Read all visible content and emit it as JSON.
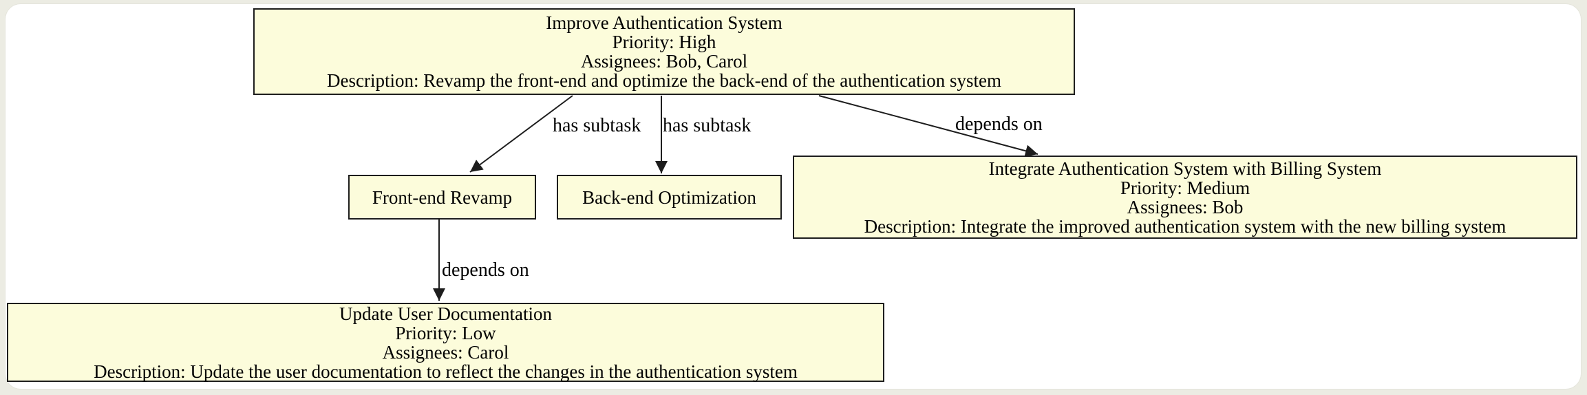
{
  "diagram": {
    "type": "task-dependency-graph",
    "colors": {
      "page_background": "#ECECE3",
      "panel_background": "#FFFFFF",
      "node_fill": "#FCFCDB",
      "node_border": "#1D1D1D",
      "edge_stroke": "#1D1D1D",
      "text": "#000000"
    },
    "nodes": [
      {
        "id": "improve-authentication-system",
        "lines": [
          "Improve Authentication System",
          "Priority: High",
          "Assignees: Bob, Carol",
          "Description: Revamp the front-end and optimize the back-end of the authentication system"
        ]
      },
      {
        "id": "front-end-revamp",
        "lines": [
          "Front-end Revamp"
        ]
      },
      {
        "id": "back-end-optimization",
        "lines": [
          "Back-end Optimization"
        ]
      },
      {
        "id": "integrate-authentication-billing",
        "lines": [
          "Integrate Authentication System with Billing System",
          "Priority: Medium",
          "Assignees: Bob",
          "Description: Integrate the improved authentication system with the new billing system"
        ]
      },
      {
        "id": "update-user-documentation",
        "lines": [
          "Update User Documentation",
          "Priority: Low",
          "Assignees: Carol",
          "Description: Update the user documentation to reflect the changes in the authentication system"
        ]
      }
    ],
    "edges": [
      {
        "from": "improve-authentication-system",
        "to": "front-end-revamp",
        "label": "has subtask"
      },
      {
        "from": "improve-authentication-system",
        "to": "back-end-optimization",
        "label": "has subtask"
      },
      {
        "from": "improve-authentication-system",
        "to": "integrate-authentication-billing",
        "label": "depends on"
      },
      {
        "from": "front-end-revamp",
        "to": "update-user-documentation",
        "label": "depends on"
      }
    ]
  }
}
